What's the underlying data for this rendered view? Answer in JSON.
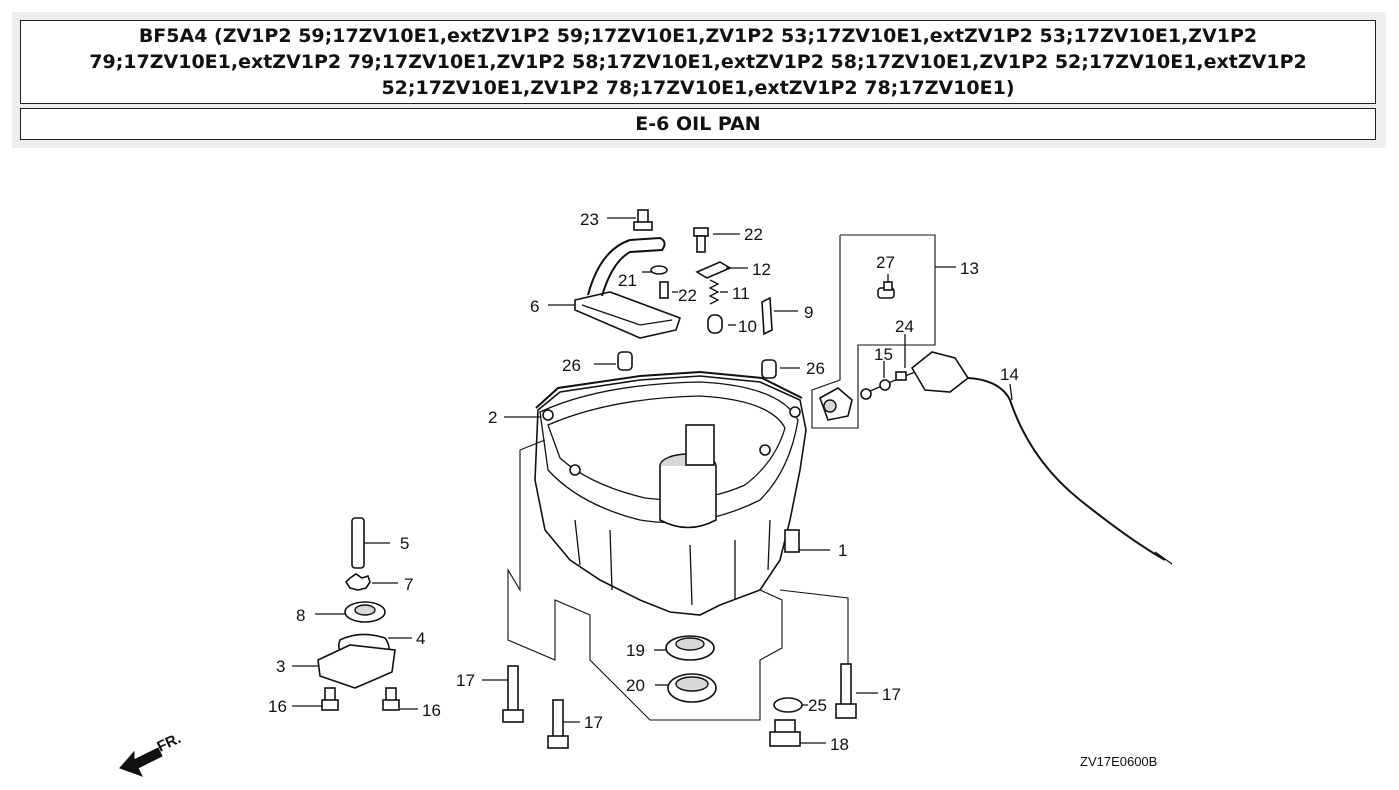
{
  "header": {
    "title": "BF5A4 (ZV1P2 59;17ZV10E1,extZV1P2 59;17ZV10E1,ZV1P2 53;17ZV10E1,extZV1P2 53;17ZV10E1,ZV1P2 79;17ZV10E1,extZV1P2 79;17ZV10E1,ZV1P2 58;17ZV10E1,extZV1P2 58;17ZV10E1,ZV1P2 52;17ZV10E1,extZV1P2 52;17ZV10E1,ZV1P2 78;17ZV10E1,extZV1P2 78;17ZV10E1)",
    "section": "E-6 OIL PAN"
  },
  "diagram": {
    "drawing_code": "ZV17E0600B",
    "direction_label": "FR.",
    "callouts": {
      "c1": "1",
      "c2": "2",
      "c3": "3",
      "c4": "4",
      "c5": "5",
      "c6": "6",
      "c7": "7",
      "c8": "8",
      "c9": "9",
      "c10": "10",
      "c11": "11",
      "c12": "12",
      "c13": "13",
      "c14": "14",
      "c15": "15",
      "c16": "16",
      "c17": "17",
      "c18": "18",
      "c19": "19",
      "c20": "20",
      "c21": "21",
      "c22": "22",
      "c23": "23",
      "c24": "24",
      "c25": "25",
      "c26": "26",
      "c27": "27"
    }
  }
}
